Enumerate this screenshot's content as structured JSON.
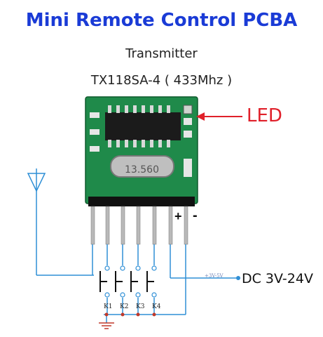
{
  "header": {
    "title": "Mini Remote Control PCBA",
    "subtitle": "Transmitter",
    "model": "TX118SA-4 ( 433Mhz )"
  },
  "labels": {
    "led": "LED",
    "power": "DC 3V-24V",
    "power_small": "+3V-5V",
    "plus": "+",
    "minus": "-",
    "crystal": "13.560"
  },
  "keys": [
    "K1",
    "K2",
    "K3",
    "K4"
  ],
  "colors": {
    "title": "#1a3bd6",
    "led_text": "#e0202a",
    "wire": "#2f8fd6",
    "pcb": "#1f8a4a",
    "junction": "#c0392b"
  }
}
